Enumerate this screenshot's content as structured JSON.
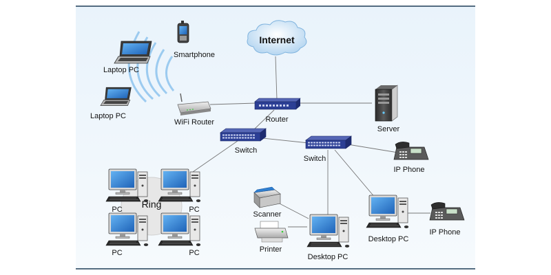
{
  "diagram": {
    "labels": {
      "internet": "Internet",
      "router": "Router",
      "server": "Server",
      "wifi_router": "WiFi Router",
      "smartphone": "Smartphone",
      "laptop_top": "Laptop PC",
      "laptop_bottom": "Laptop PC",
      "switch_left": "Switch",
      "switch_right": "Switch",
      "ip_phone_top": "IP Phone",
      "ip_phone_bottom": "IP Phone",
      "ring": "Ring",
      "pc_tl": "PC",
      "pc_tr": "PC",
      "pc_bl": "PC",
      "pc_br": "PC",
      "scanner": "Scanner",
      "printer": "Printer",
      "desktop_center": "Desktop PC",
      "desktop_right": "Desktop PC"
    },
    "colors": {
      "border_line": "#1d3c57",
      "background": "#eef5fb",
      "device_blue": "#2c3f95",
      "screen_blue": "#2f7fd0",
      "cable": "#777777",
      "wifi_wave": "#8fc4ee",
      "cloud": "#b8d8f2"
    }
  }
}
